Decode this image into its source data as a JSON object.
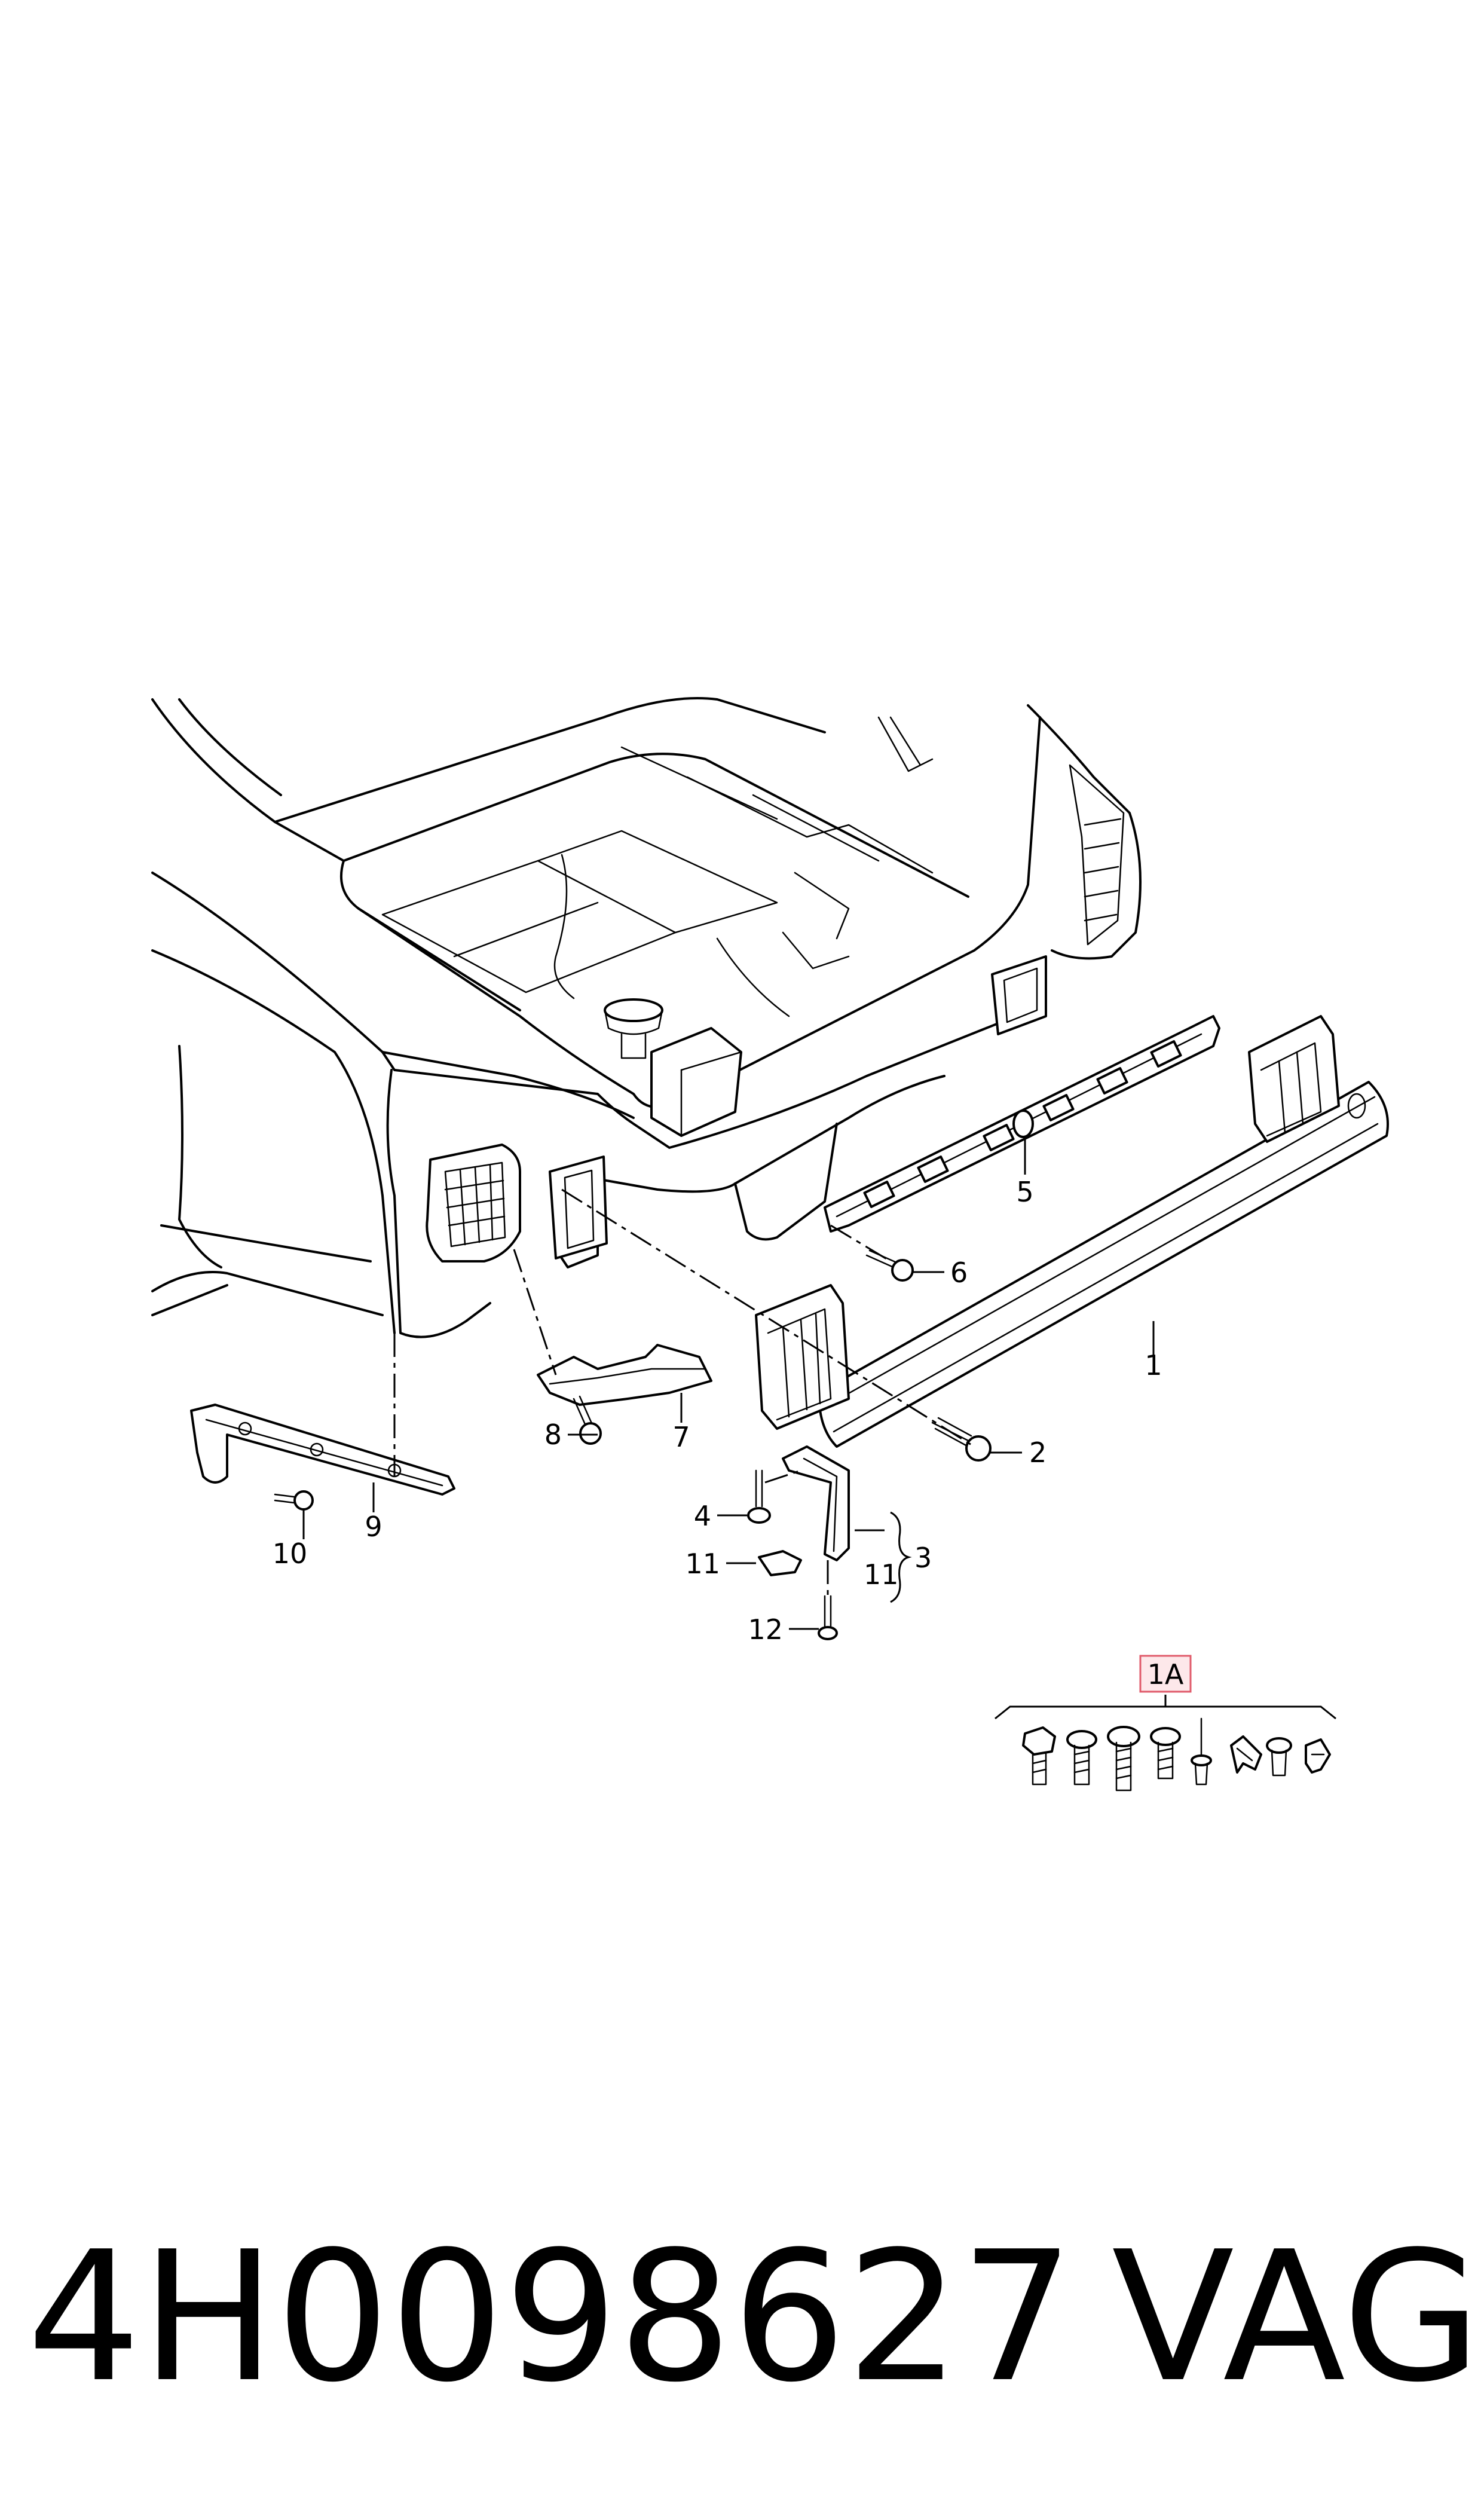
{
  "callouts": {
    "c1": "1",
    "c1a": "1A",
    "c2": "2",
    "c3": "3",
    "c4": "4",
    "c5": "5",
    "c6": "6",
    "c7": "7",
    "c8": "8",
    "c9": "9",
    "c10": "10",
    "c11a": "11",
    "c11b": "11",
    "c12": "12"
  },
  "footer": {
    "part_number": "4H0098627",
    "brand": "VAG"
  },
  "colors": {
    "line": "#000000",
    "background": "#ffffff",
    "highlight_box": "#e05a6a",
    "highlight_fill": "#fde8ea"
  }
}
